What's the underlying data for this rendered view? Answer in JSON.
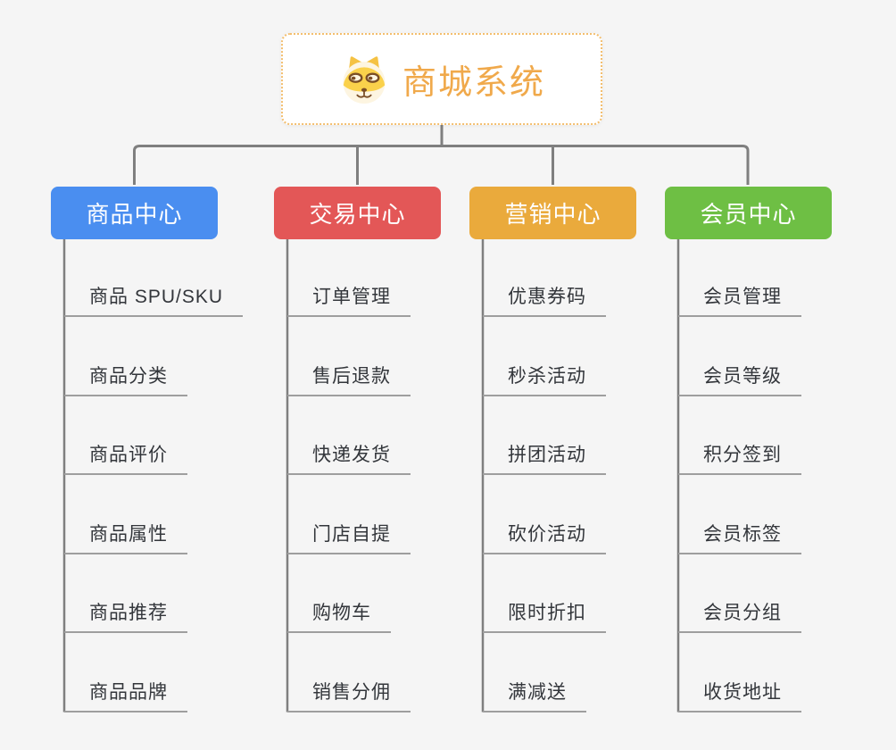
{
  "page": {
    "background": "#F5F5F5"
  },
  "connectors": {
    "color": "#7F7F7F",
    "underline_color": "#9E9E9E"
  },
  "root": {
    "label": "商城系统",
    "icon": "doge-icon",
    "text_color": "#F0A94B",
    "border_color": "#F3BE6E"
  },
  "branches": [
    {
      "id": "products",
      "label": "商品中心",
      "color": "#4A8EF0",
      "children": [
        "商品 SPU/SKU",
        "商品分类",
        "商品评价",
        "商品属性",
        "商品推荐",
        "商品品牌"
      ]
    },
    {
      "id": "trade",
      "label": "交易中心",
      "color": "#E35757",
      "children": [
        "订单管理",
        "售后退款",
        "快递发货",
        "门店自提",
        "购物车",
        "销售分佣"
      ]
    },
    {
      "id": "marketing",
      "label": "营销中心",
      "color": "#EAAA3C",
      "children": [
        "优惠券码",
        "秒杀活动",
        "拼团活动",
        "砍价活动",
        "限时折扣",
        "满减送"
      ]
    },
    {
      "id": "members",
      "label": "会员中心",
      "color": "#6EBF44",
      "children": [
        "会员管理",
        "会员等级",
        "积分签到",
        "会员标签",
        "会员分组",
        "收货地址"
      ]
    }
  ]
}
